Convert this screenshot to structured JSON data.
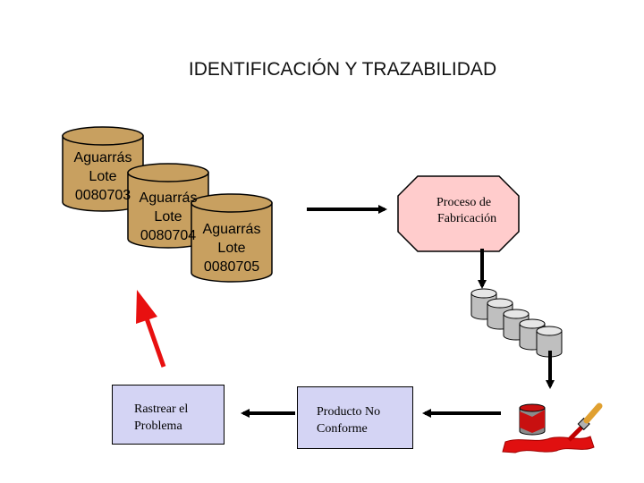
{
  "title": "IDENTIFICACIÓN Y TRAZABILIDAD",
  "drums": [
    {
      "product": "Aguarrás",
      "lot_label": "Lote",
      "lot_number": "0080703"
    },
    {
      "product": "Aguarrás",
      "lot_label": "Lote",
      "lot_number": "0080704"
    },
    {
      "product": "Aguarrás",
      "lot_label": "Lote",
      "lot_number": "0080705"
    }
  ],
  "process": {
    "line1": "Proceso de",
    "line2": "Fabricación"
  },
  "nonconforming": {
    "line1": "Producto No",
    "line2": "Conforme"
  },
  "trace": {
    "line1": "Rastrear el",
    "line2": "Problema"
  },
  "colors": {
    "drum_fill": "#c8a060",
    "box_fill": "#d4d4f4",
    "process_fill": "#ffcccc",
    "trace_arrow": "#e81010",
    "drum_small_fill": "#bfbfbf"
  },
  "icons": [
    "paint-can-icon",
    "paint-brush-icon",
    "paint-splash-icon"
  ]
}
